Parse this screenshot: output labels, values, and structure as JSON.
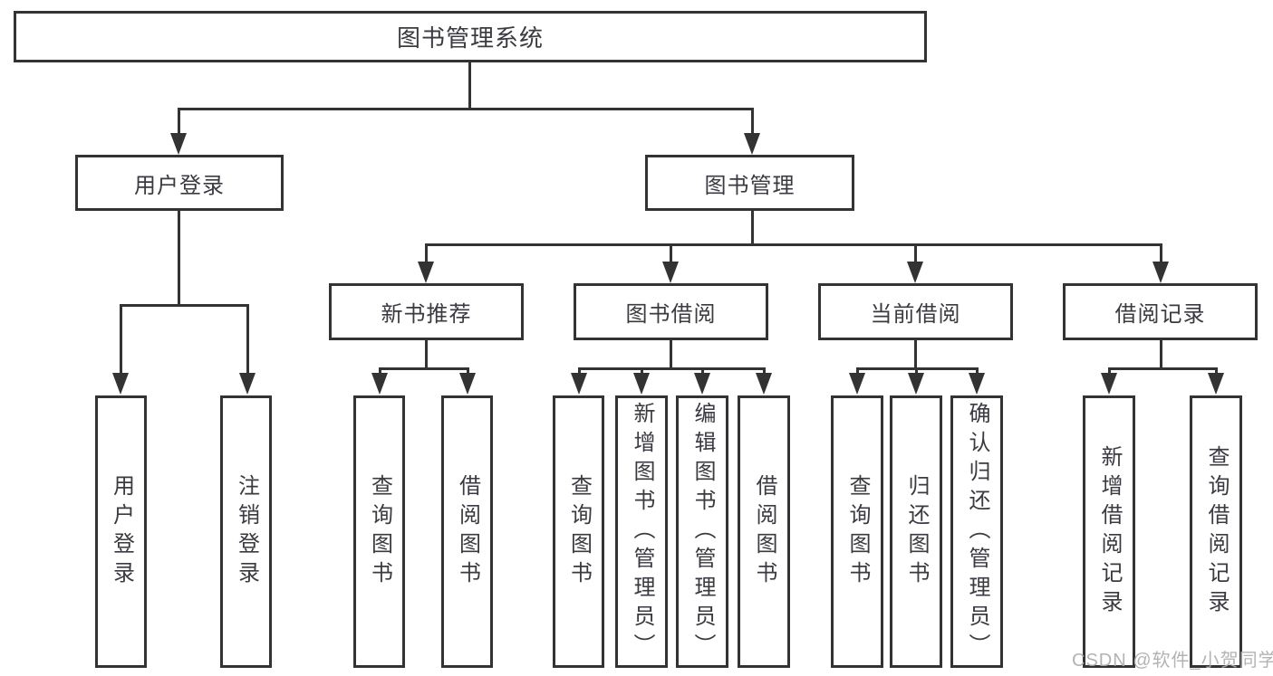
{
  "diagram": {
    "title": "图书管理系统",
    "watermark": "CSDN @软件_小贺同学",
    "colors": {
      "line": "#333333",
      "text": "#3a3a40",
      "background": "#ffffff",
      "watermark": "#acacac"
    },
    "nodes": [
      {
        "id": "root",
        "label": "图书管理系统",
        "level": 1,
        "parent": null
      },
      {
        "id": "user-login",
        "label": "用户登录",
        "level": 2,
        "parent": "root"
      },
      {
        "id": "book-mgmt",
        "label": "图书管理",
        "level": 2,
        "parent": "root"
      },
      {
        "id": "new-book-rec",
        "label": "新书推荐",
        "level": 3,
        "parent": "book-mgmt"
      },
      {
        "id": "book-borrow",
        "label": "图书借阅",
        "level": 3,
        "parent": "book-mgmt"
      },
      {
        "id": "current-borrow",
        "label": "当前借阅",
        "level": 3,
        "parent": "book-mgmt"
      },
      {
        "id": "borrow-records",
        "label": "借阅记录",
        "level": 3,
        "parent": "book-mgmt"
      },
      {
        "id": "leaf-user-login",
        "label": "用户登录",
        "level": 4,
        "parent": "user-login"
      },
      {
        "id": "leaf-logout",
        "label": "注销登录",
        "level": 4,
        "parent": "user-login"
      },
      {
        "id": "leaf-query-book-rec",
        "label": "查询图书",
        "level": 4,
        "parent": "new-book-rec"
      },
      {
        "id": "leaf-borrow-book-rec",
        "label": "借阅图书",
        "level": 4,
        "parent": "new-book-rec"
      },
      {
        "id": "leaf-query-book-borrow",
        "label": "查询图书",
        "level": 4,
        "parent": "book-borrow"
      },
      {
        "id": "leaf-add-book",
        "label": "新增图书（管理员）",
        "level": 4,
        "parent": "book-borrow"
      },
      {
        "id": "leaf-edit-book",
        "label": "编辑图书（管理员）",
        "level": 4,
        "parent": "book-borrow"
      },
      {
        "id": "leaf-borrow-book",
        "label": "借阅图书",
        "level": 4,
        "parent": "book-borrow"
      },
      {
        "id": "leaf-query-book-current",
        "label": "查询图书",
        "level": 4,
        "parent": "current-borrow"
      },
      {
        "id": "leaf-return-book",
        "label": "归还图书",
        "level": 4,
        "parent": "current-borrow"
      },
      {
        "id": "leaf-confirm-return",
        "label": "确认归还（管理员）",
        "level": 4,
        "parent": "current-borrow"
      },
      {
        "id": "leaf-add-borrow-record",
        "label": "新增借阅记录",
        "level": 4,
        "parent": "borrow-records"
      },
      {
        "id": "leaf-query-borrow-record",
        "label": "查询借阅记录",
        "level": 4,
        "parent": "borrow-records"
      }
    ]
  }
}
